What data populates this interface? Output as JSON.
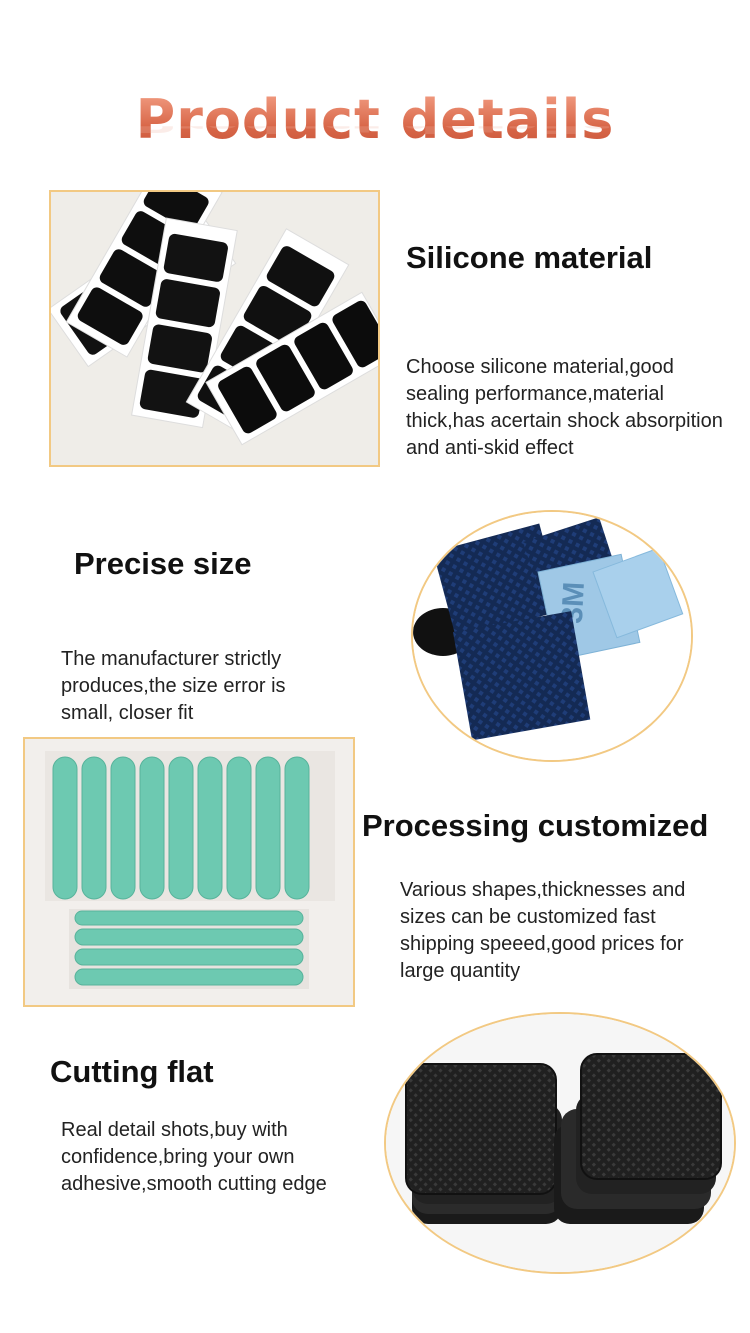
{
  "page_title": "Product details",
  "sections": [
    {
      "heading": "Silicone material",
      "description": "Choose silicone material,good sealing performance,material thick,has acertain shock absorpition and anti-skid effect",
      "image_icon": "black-silicone-sheets-photo"
    },
    {
      "heading": "Precise size",
      "description": "The manufacturer strictly produces,the size error is small, closer fit",
      "image_icon": "textured-pads-3m-backing-photo"
    },
    {
      "heading": "Processing customized",
      "description": "Various shapes,thicknesses and sizes can be customized fast shipping speeed,good prices for large quantity",
      "image_icon": "green-strips-photo"
    },
    {
      "heading": "Cutting flat",
      "description": "Real detail shots,buy with confidence,bring your own adhesive,smooth cutting edge",
      "image_icon": "stacked-square-pads-photo"
    }
  ],
  "colors": {
    "title_gradient_top": "#f5a48a",
    "title_gradient_bottom": "#c85438",
    "frame_border": "#f2c983"
  }
}
